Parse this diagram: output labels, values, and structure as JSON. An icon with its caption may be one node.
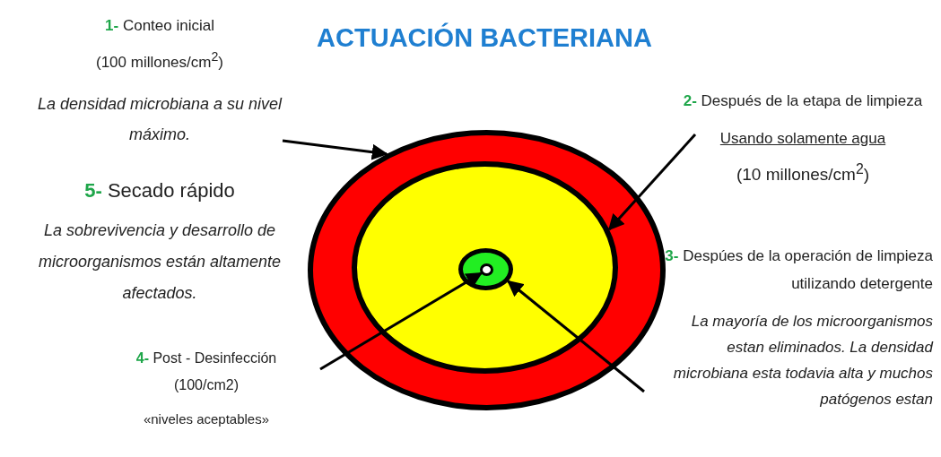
{
  "diagram": {
    "title": "ACTUACIÓN BACTERIANA",
    "nodes": [
      {
        "text": [
          "1- Conteo inicial",
          "(100 millones/cm$^{2}$)",
          "La densidad microbiana a su nivel máximo."
        ]
      },
      {
        "text": [
          "2- Después de la etapa de limpieza",
          "Usando solamente agua",
          "(10 millones/cm$^{2}$)"
        ]
      },
      {
        "text": [
          "3- Despúes de la operación de limpieza utilizando detergente",
          "La mayoría de los microorganismos estan eliminados. La densidad microbiana esta todavia alta y muchos patógenos estan"
        ]
      },
      {
        "text": [
          "4- Post - Desinfección",
          "(100/cm2)",
          "«niveles aceptables»"
        ]
      },
      {
        "text": [
          "5- Secado rápido",
          "La sobrevivencia y desarrollo de microorganismos están altamente afectados."
        ]
      },
      {
        "text": [],
        "shape": "circle"
      },
      {
        "text": [],
        "shape": "circle",
        "in": 5
      },
      {
        "text": [],
        "shape": "circle",
        "in": 6
      },
      {
        "text": [],
        "shape": "circle",
        "in": 7
      }
    ],
    "edges": [
      {
        "from": 0,
        "to": 5,
        "arrow": "to"
      },
      {
        "from": 1,
        "to": 6,
        "arrow": "to"
      },
      {
        "from": 2,
        "to": 7,
        "arrow": "to"
      },
      {
        "from": 3,
        "to": 8,
        "arrow": "to"
      }
    ]
  }
}
